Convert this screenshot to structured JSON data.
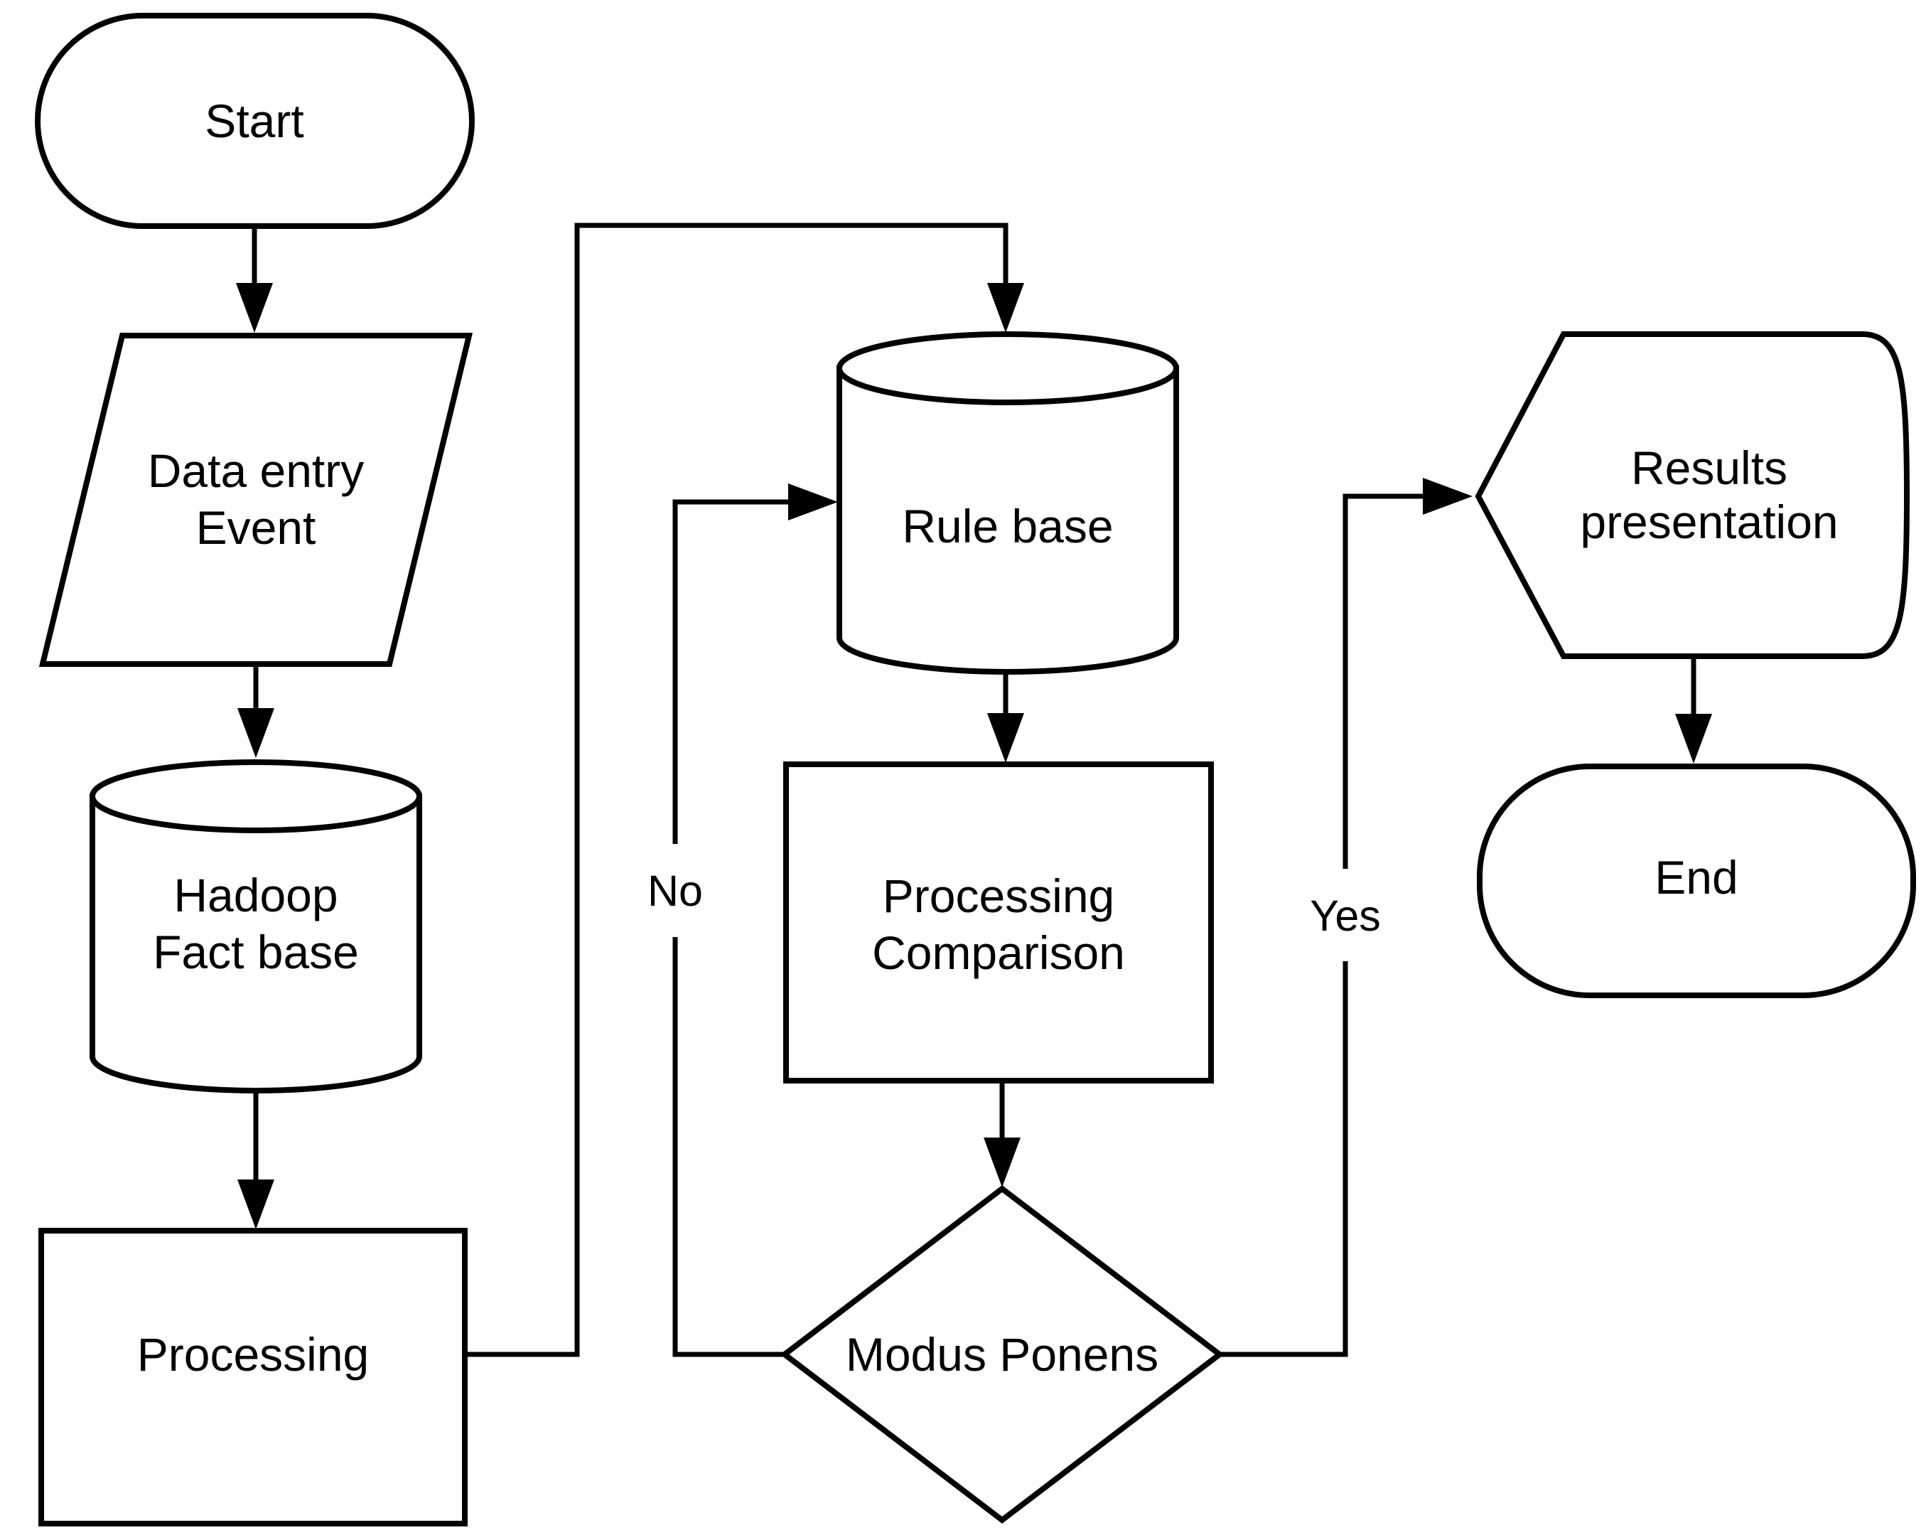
{
  "diagram": {
    "type": "flowchart",
    "background_color": "#ffffff",
    "line_color": "#000000",
    "fill_color": "#ffffff",
    "nodes": {
      "start": {
        "shape": "terminator",
        "label": "Start"
      },
      "data_entry": {
        "shape": "parallelogram-io",
        "lines": [
          "Data entry",
          "Event"
        ]
      },
      "hadoop_fact_base": {
        "shape": "database-cylinder",
        "lines": [
          "Hadoop",
          "Fact base"
        ]
      },
      "processing": {
        "shape": "process-rectangle",
        "label": "Processing"
      },
      "rule_base": {
        "shape": "database-cylinder",
        "label": "Rule base"
      },
      "processing_comparison": {
        "shape": "process-rectangle",
        "lines": [
          "Processing",
          "Comparison"
        ]
      },
      "modus_ponens": {
        "shape": "decision-diamond",
        "label": "Modus Ponens"
      },
      "results_presentation": {
        "shape": "display",
        "lines": [
          "Results",
          "presentation"
        ]
      },
      "end": {
        "shape": "terminator",
        "label": "End"
      }
    },
    "edges": [
      {
        "from": "start",
        "to": "data_entry",
        "label": ""
      },
      {
        "from": "data_entry",
        "to": "hadoop_fact_base",
        "label": ""
      },
      {
        "from": "hadoop_fact_base",
        "to": "processing",
        "label": ""
      },
      {
        "from": "processing",
        "to": "rule_base",
        "label": ""
      },
      {
        "from": "rule_base",
        "to": "processing_comparison",
        "label": ""
      },
      {
        "from": "processing_comparison",
        "to": "modus_ponens",
        "label": ""
      },
      {
        "from": "modus_ponens",
        "to": "rule_base",
        "label": "No"
      },
      {
        "from": "modus_ponens",
        "to": "results_presentation",
        "label": "Yes"
      },
      {
        "from": "results_presentation",
        "to": "end",
        "label": ""
      }
    ]
  }
}
